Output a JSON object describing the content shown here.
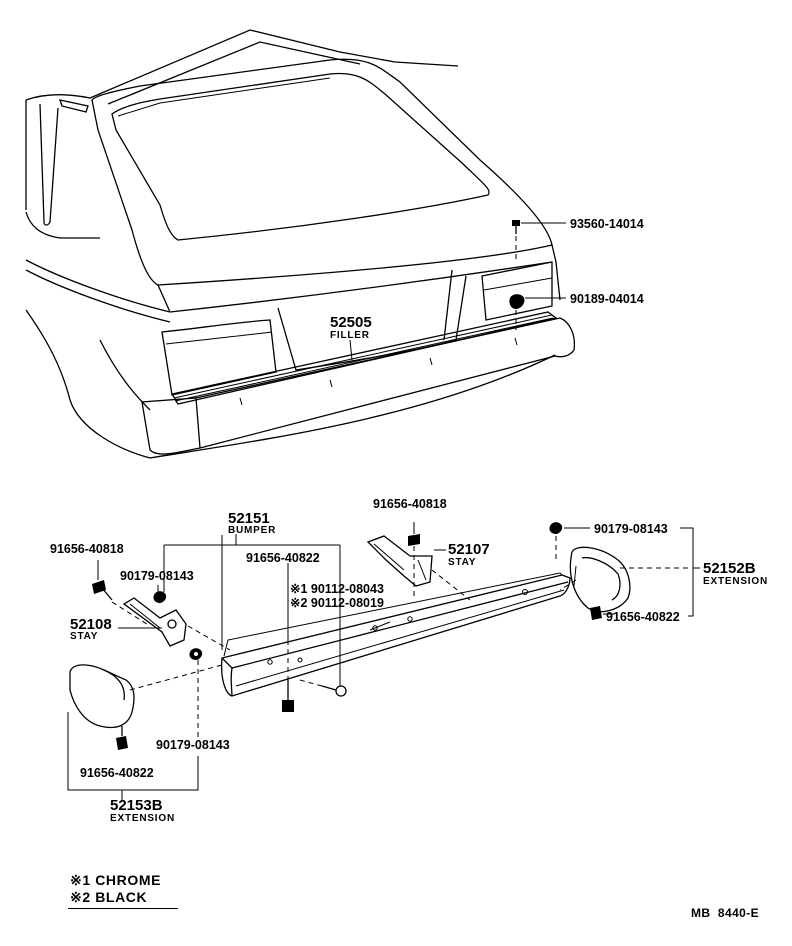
{
  "parts": {
    "p93560": "93560-14014",
    "p90189": "90189-04014",
    "filler_no": "52505",
    "filler_name": "FILLER",
    "p91656_top": "91656-40818",
    "stay_r_no": "52107",
    "stay_r_name": "STAY",
    "bumper_no": "52151",
    "bumper_name": "BUMPER",
    "p91656_left": "91656-40818",
    "p91656_mid": "91656-40822",
    "p90179_left": "90179-08143",
    "note1_part": "※1 90112-08043",
    "note2_part": "※2 90112-08019",
    "stay_l_no": "52108",
    "stay_l_name": "STAY",
    "p90179_right": "90179-08143",
    "ext_r_no": "52152B",
    "ext_r_name": "EXTENSION",
    "p91656_right": "91656-40822",
    "p90179_bottom": "90179-08143",
    "p91656_bottom": "91656-40822",
    "ext_l_no": "52153B",
    "ext_l_name": "EXTENSION"
  },
  "legend": {
    "chrome": "※1 CHROME",
    "black": "※2 BLACK"
  },
  "doc_code": "MB  8440-E"
}
